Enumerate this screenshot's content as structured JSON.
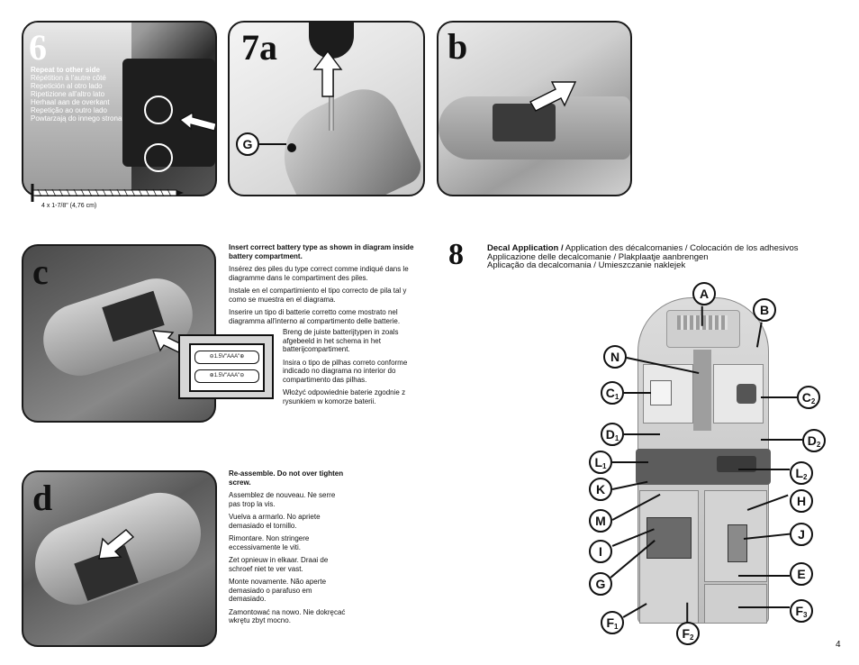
{
  "step6": {
    "number": "6",
    "lines": [
      "Repeat to other side",
      "Répétition à l'autre côté",
      "Repetición al otro lado",
      "Ripetizione all'altro lato",
      "Herhaal aan de overkant",
      "Repetição ao outro lado",
      "Powtarzają do innego strona"
    ],
    "screw_caption": "4 x 1-7/8\" (4,76 cm)"
  },
  "step7a": {
    "number": "7a",
    "label_g": "G"
  },
  "step_b": {
    "letter": "b"
  },
  "step_c": {
    "letter": "c",
    "title": "Insert correct battery type as shown in diagram inside battery compartment.",
    "fr": "Insérez des piles du type correct comme indiqué dans le diagramme dans le compartiment des piles.",
    "es": "Instale en el compartimiento el tipo correcto de pila tal y como se muestra en el diagrama.",
    "it": "Inserire un tipo di batterie corretto come mostrato nel diagramma all'interno al compartimento delle batterie.",
    "nl": "Breng de juiste batterijtypen in zoals afgebeeld in het schema in het batterijcompartiment.",
    "pt": "Insira o tipo de pilhas correto conforme indicado no diagrama no interior do compartimento das pilhas.",
    "pl": "Włożyć odpowiednie baterie zgodnie z rysunkiem w komorze baterii.",
    "battery1": "1.5V\"AAA\"",
    "battery2": "1.5V\"AAA\""
  },
  "step_d": {
    "letter": "d",
    "title": "Re-assemble. Do not over tighten screw.",
    "fr": "Assemblez de nouveau. Ne serre pas trop la vis.",
    "es": "Vuelva a armarlo. No apriete demasiado el tornillo.",
    "it": "Rimontare. Non stringere eccessivamente le viti.",
    "nl": "Zet opnieuw in elkaar. Draai de schroef niet te ver vast.",
    "pt": "Monte novamente. Não aperte demasiado o parafuso em demasiado.",
    "pl": "Zamontować na nowo. Nie dokręcać wkrętu zbyt mocno."
  },
  "step8": {
    "number": "8",
    "title_bold": "Decal Application /",
    "title_rest": " Application des décalcomanies / Colocación de los adhesivos",
    "line2": "Applicazione delle decalcomanie / Plakplaatje aanbrengen",
    "line3": "Aplicação da decalcomania / Umieszczanie naklejek",
    "labels": {
      "A": "A",
      "B": "B",
      "N": "N",
      "C1": "C",
      "C2": "C",
      "D1": "D",
      "D2": "D",
      "L1": "L",
      "L2": "L",
      "K": "K",
      "H": "H",
      "M": "M",
      "J": "J",
      "I": "I",
      "E": "E",
      "G": "G",
      "F1": "F",
      "F2": "F",
      "F3": "F"
    },
    "subs": {
      "one": "1",
      "two": "2",
      "three": "3"
    }
  },
  "page_number": "4"
}
